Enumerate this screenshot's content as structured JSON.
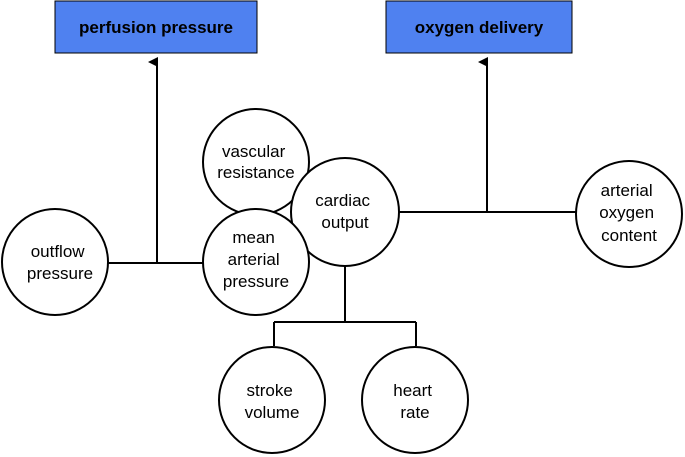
{
  "colors": {
    "box_fill": "#4f81f0",
    "stroke": "#000000",
    "background": "#ffffff"
  },
  "boxes": {
    "perfusion_pressure": "perfusion pressure",
    "oxygen_delivery": "oxygen delivery"
  },
  "nodes": {
    "vascular_resistance": [
      "vascular",
      "resistance"
    ],
    "cardiac_output": [
      "cardiac",
      "output"
    ],
    "mean_arterial_pressure": [
      "mean",
      "arterial",
      "pressure"
    ],
    "outflow_pressure": [
      "outflow",
      "pressure"
    ],
    "arterial_oxygen_content": [
      "arterial",
      "oxygen",
      "content"
    ],
    "stroke_volume": [
      "stroke",
      "volume"
    ],
    "heart_rate": [
      "heart",
      "rate"
    ]
  }
}
